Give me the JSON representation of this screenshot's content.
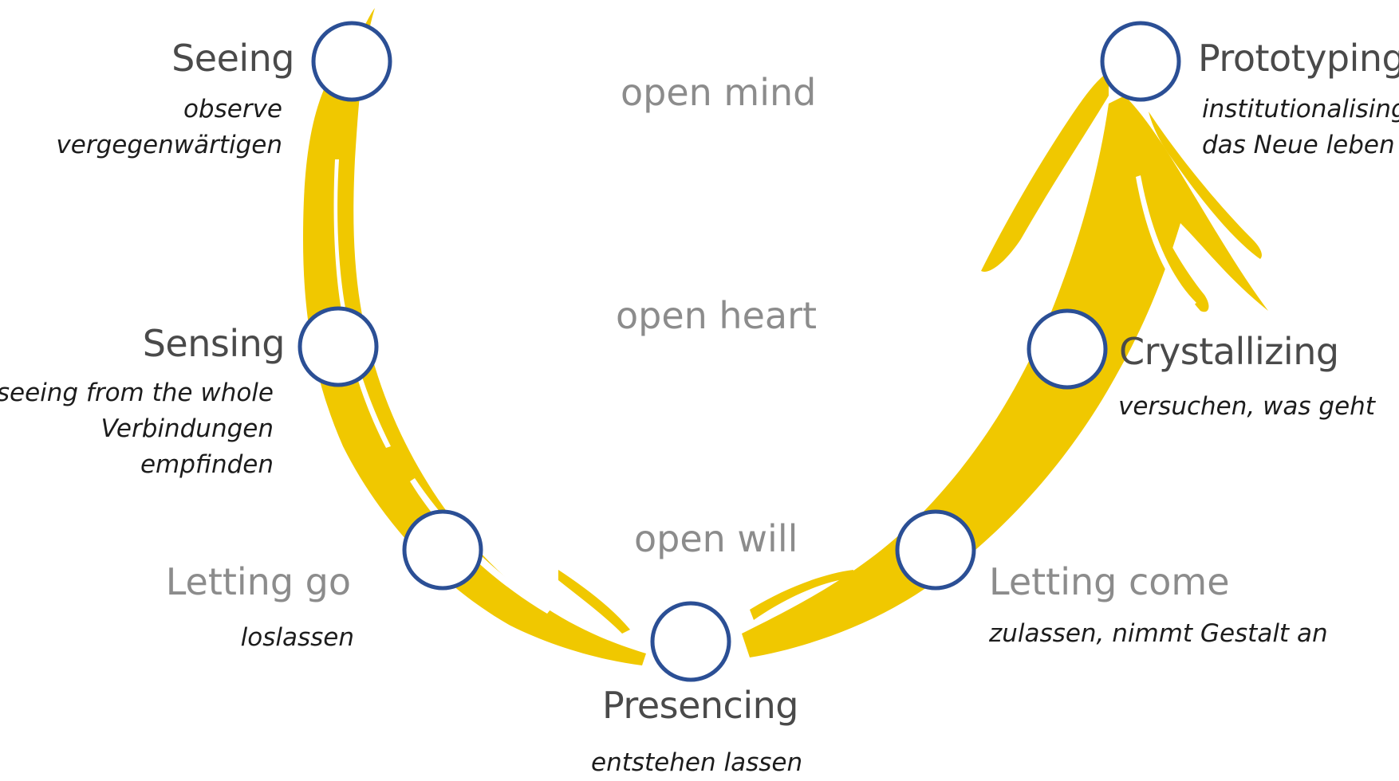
{
  "levels": {
    "mind": "open mind",
    "heart": "open heart",
    "will": "open will"
  },
  "stages": {
    "seeing": {
      "label": "Seeing",
      "desc": [
        "observe",
        "vergegenwärtigen"
      ]
    },
    "sensing": {
      "label": "Sensing",
      "desc": [
        "seeing from the whole",
        "Verbindungen",
        "empfinden"
      ]
    },
    "letting_go": {
      "label": "Letting go",
      "desc": [
        "loslassen"
      ]
    },
    "presencing": {
      "label": "Presencing",
      "desc": [
        "entstehen lassen"
      ]
    },
    "letting_come": {
      "label": "Letting come",
      "desc": [
        "zulassen, nimmt Gestalt an"
      ]
    },
    "crystallizing": {
      "label": "Crystallizing",
      "desc": [
        "versuchen, was geht"
      ]
    },
    "prototyping": {
      "label": "Prototyping",
      "desc": [
        "institutionalising",
        "das Neue leben"
      ]
    }
  },
  "colors": {
    "arrow": "#f0c800",
    "node_fill": "#ffffff",
    "node_stroke": "#2b4f95"
  }
}
